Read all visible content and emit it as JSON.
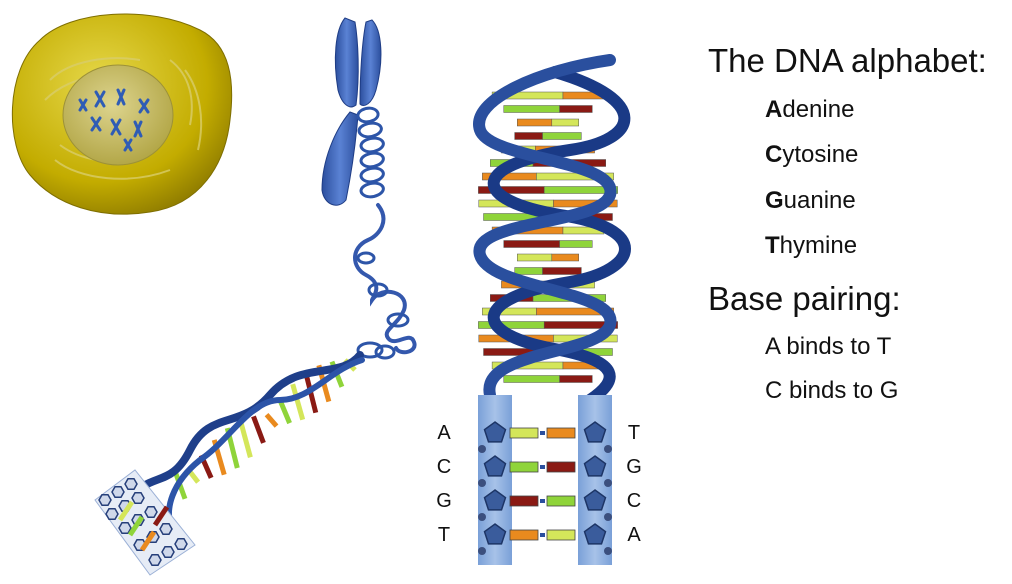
{
  "alphabet": {
    "heading": "The DNA alphabet:",
    "bases": [
      {
        "initial": "A",
        "rest": "denine"
      },
      {
        "initial": "C",
        "rest": "ytosine"
      },
      {
        "initial": "G",
        "rest": "uanine"
      },
      {
        "initial": "T",
        "rest": "hymine"
      }
    ]
  },
  "pairing": {
    "heading": "Base pairing:",
    "rules": [
      "A binds to T",
      "C binds to G"
    ]
  },
  "ladder": {
    "left_letters": [
      "A",
      "C",
      "G",
      "T"
    ],
    "right_letters": [
      "T",
      "G",
      "C",
      "A"
    ]
  },
  "colors": {
    "cell": "#c9b500",
    "nucleus": "#c8bf6a",
    "chromosome": "#3a5fb0",
    "backbone": "#1f3f8a",
    "adenine": "#d4e65a",
    "thymine": "#e98a1e",
    "cytosine": "#8fd43a",
    "guanine": "#8a1a14"
  }
}
